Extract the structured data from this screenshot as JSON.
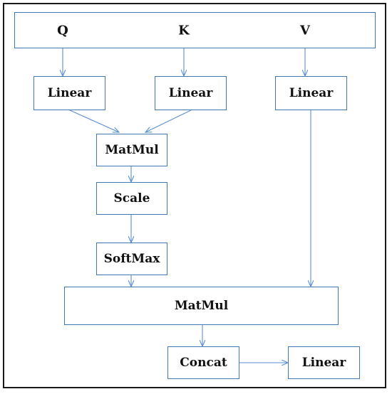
{
  "diagram": {
    "inputs": {
      "q": "Q",
      "k": "K",
      "v": "V"
    },
    "nodes": {
      "linear_q": "Linear",
      "linear_k": "Linear",
      "linear_v": "Linear",
      "matmul_1": "MatMul",
      "scale": "Scale",
      "softmax": "SoftMax",
      "matmul_2": "MatMul",
      "concat": "Concat",
      "linear_out": "Linear"
    },
    "colors": {
      "edge": "#5b8fd0",
      "box_border": "#3f78b5",
      "frame": "#1a1a1a"
    }
  }
}
